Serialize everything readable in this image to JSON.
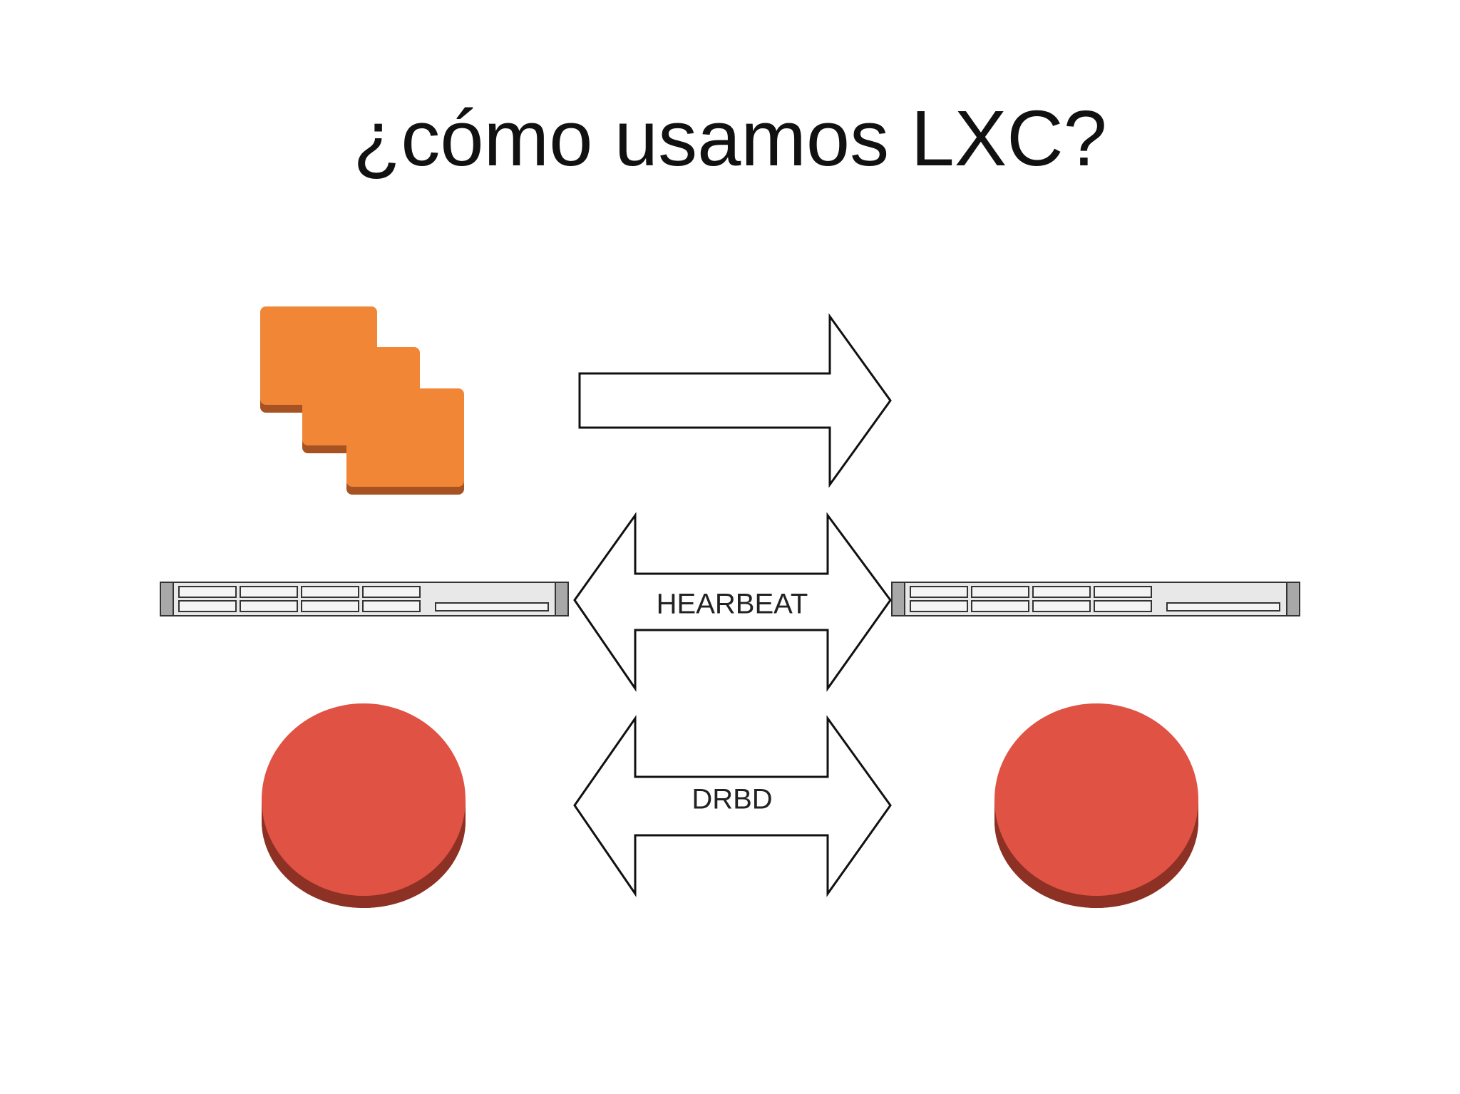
{
  "title": "¿cómo usamos LXC?",
  "labels": {
    "heartbeat": "HEARBEAT",
    "drbd": "DRBD"
  },
  "icons": {
    "containers": "stacked-container-icon",
    "servers": "rack-server-icon",
    "disks": "storage-disk-icon"
  },
  "colors": {
    "container_fill": "#F08636",
    "container_shade": "#A65222",
    "disk_fill": "#E05243",
    "disk_shade": "#8C3123",
    "server_fill": "#E8E8E8",
    "server_stroke": "#333333",
    "arrow_stroke": "#111111"
  }
}
